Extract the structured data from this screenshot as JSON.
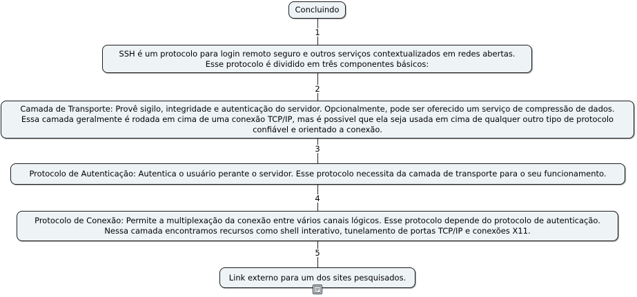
{
  "nodes": {
    "root": {
      "text": "Concluindo"
    },
    "n1": {
      "line1": "SSH é um protocolo para login remoto seguro e outros serviços contextualizados em redes abertas.",
      "line2": "Esse protocolo é dividido em três componentes básicos:"
    },
    "n2": {
      "line1": "Camada de Transporte: Provê sigilo, integridade e autenticação do servidor. Opcionalmente, pode ser oferecido um serviço de compressão de dados.",
      "line2": "Essa camada geralmente é rodada em cima de uma conexão TCP/IP, mas é possivel que ela seja usada em cima de qualquer outro tipo de protocolo",
      "line3": "confiável e orientado a conexão."
    },
    "n3": {
      "text": "Protocolo de Autenticação: Autentica o usuário perante o servidor. Esse protocolo necessita da camada de transporte para o seu funcionamento."
    },
    "n4": {
      "line1": "Protocolo de Conexão: Permite a multiplexação da conexão entre vários canais lógicos. Esse protocolo depende do protocolo de autenticação.",
      "line2": "Nessa camada encontramos recursos como shell interativo, tunelamento de portas TCP/IP e conexões X11."
    },
    "n5": {
      "text": "Link externo para um dos sites pesquisados."
    }
  },
  "edges": {
    "e1": "1",
    "e2": "2",
    "e3": "3",
    "e4": "4",
    "e5": "5"
  },
  "icons": {
    "note": "note-icon"
  }
}
